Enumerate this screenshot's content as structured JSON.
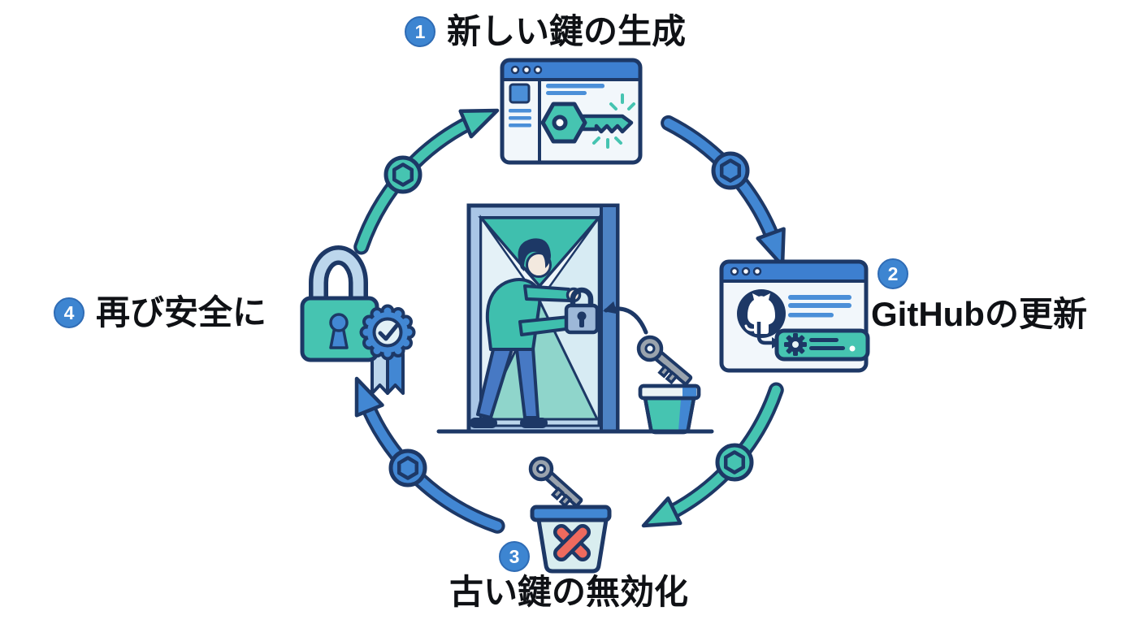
{
  "diagram": {
    "title_visible_text": "",
    "steps": [
      {
        "number": "1",
        "label": "新しい鍵の生成",
        "icon": "browser-window-new-key-icon"
      },
      {
        "number": "2",
        "label": "GitHubの更新",
        "icon": "github-settings-window-icon"
      },
      {
        "number": "3",
        "label": "古い鍵の無効化",
        "icon": "trash-bin-revoked-key-icon"
      },
      {
        "number": "4",
        "label": "再び安全に",
        "icon": "padlock-verified-badge-icon"
      }
    ],
    "center_illustration": "person-attaching-new-lock-to-door-while-old-key-goes-to-bucket",
    "flow": [
      "4→1 teal arc",
      "1→2 blue arc",
      "2→3 teal arc",
      "3→4 blue arc"
    ],
    "colors": {
      "background": "#ffffff",
      "outline_navy": "#1d3866",
      "teal": "#46c4b1",
      "teal_light": "#8fd5cb",
      "blue": "#4287d3",
      "step_badge_blue": "#3d85d1",
      "light_blue": "#a9c6e6",
      "shackle_blue": "#bcd6ec",
      "window_fill": "#f2f7fb",
      "salmon_red": "#ee6a5e",
      "key_gray": "#9aa3ad",
      "skin": "#f3e9df",
      "label_text": "#0f1115"
    }
  }
}
